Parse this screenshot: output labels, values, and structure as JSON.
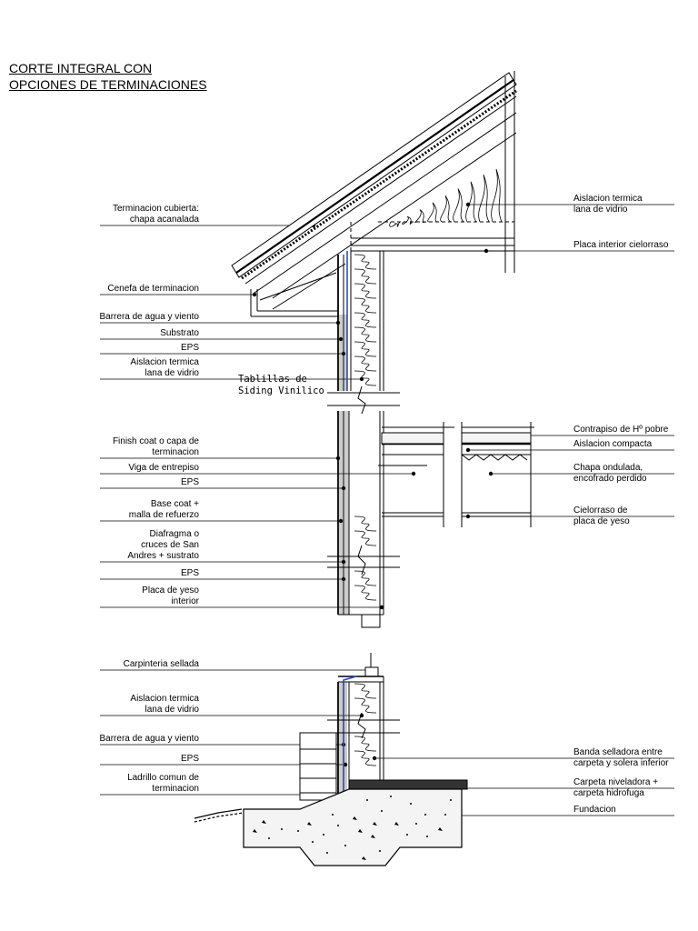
{
  "title": {
    "line1": "CORTE INTEGRAL CON",
    "line2": "OPCIONES DE TERMINACIONES"
  },
  "handwritten_note": {
    "line1": "Tablillas de",
    "line2": "Siding Vinilico"
  },
  "left_labels": [
    {
      "lines": [
        "Terminacion cubierta:",
        "chapa acanalada"
      ]
    },
    {
      "lines": [
        "Cenefa de terminacion"
      ]
    },
    {
      "lines": [
        "Barrera de agua y viento"
      ]
    },
    {
      "lines": [
        "Substrato"
      ]
    },
    {
      "lines": [
        "EPS"
      ]
    },
    {
      "lines": [
        "Aislacion termica",
        "lana de vidrio"
      ]
    },
    {
      "lines": [
        "Finish coat o capa de",
        "terminacion"
      ]
    },
    {
      "lines": [
        "Viga de entrepiso"
      ]
    },
    {
      "lines": [
        "EPS"
      ]
    },
    {
      "lines": [
        "Base coat +",
        "malla de refuerzo"
      ]
    },
    {
      "lines": [
        "Diafragma o",
        "cruces de San",
        "Andres + sustrato"
      ]
    },
    {
      "lines": [
        "EPS"
      ]
    },
    {
      "lines": [
        "Placa de yeso",
        "interior"
      ]
    },
    {
      "lines": [
        "Carpinteria sellada"
      ]
    },
    {
      "lines": [
        "Aislacion termica",
        "lana de vidrio"
      ]
    },
    {
      "lines": [
        "Barrera de agua y viento"
      ]
    },
    {
      "lines": [
        "EPS"
      ]
    },
    {
      "lines": [
        "Ladrillo comun de",
        "terminacion"
      ]
    }
  ],
  "right_labels": [
    {
      "lines": [
        "Aislacion termica",
        "lana de vidrio"
      ]
    },
    {
      "lines": [
        "Placa interior cielorraso"
      ]
    },
    {
      "lines": [
        "Contrapiso de Hº pobre"
      ]
    },
    {
      "lines": [
        "Aislacion compacta"
      ]
    },
    {
      "lines": [
        "Chapa ondulada,",
        "encofrado perdido"
      ]
    },
    {
      "lines": [
        "Cielorraso de",
        "placa de yeso"
      ]
    },
    {
      "lines": [
        "Banda selladora entre",
        "carpeta y solera inferior"
      ]
    },
    {
      "lines": [
        "Carpeta niveladora +",
        "carpeta hidrofuga"
      ]
    },
    {
      "lines": [
        "Fundacion"
      ]
    }
  ],
  "colors": {
    "ink": "#000000",
    "barrier_blue": "#2a4fd6",
    "concrete_fill": "#f4f4f4"
  }
}
